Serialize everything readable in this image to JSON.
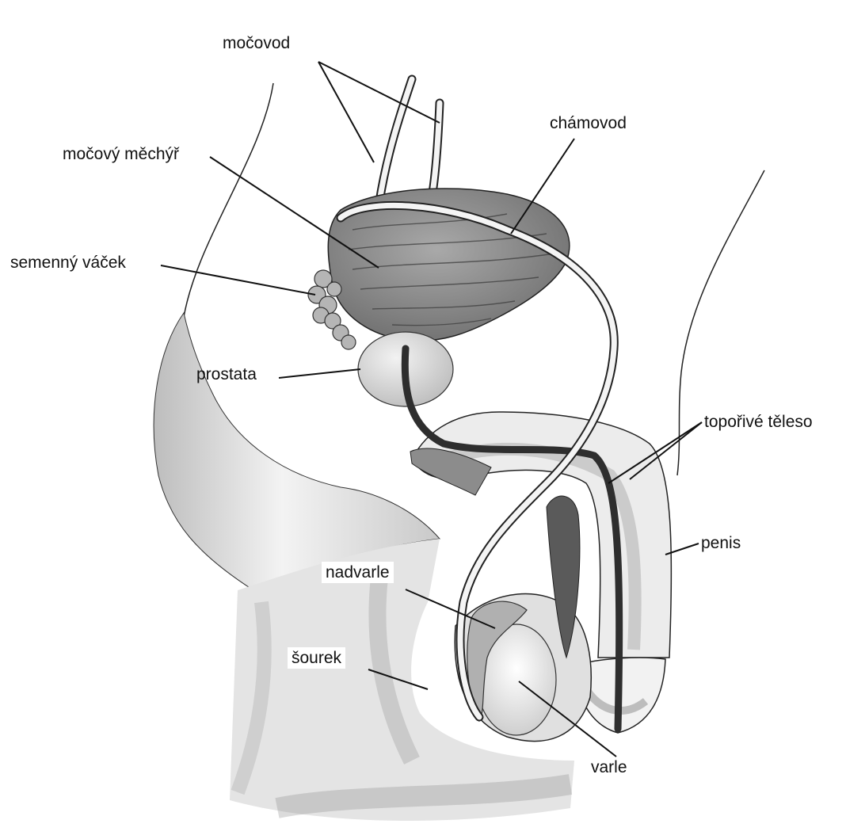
{
  "diagram": {
    "labels": {
      "mocovod": "močovod",
      "chamovod": "chámovod",
      "mocovy_mechyr": "močový měchýř",
      "semenny_vacek": "semenný váček",
      "prostata": "prostata",
      "toporive_teleso": "topořivé těleso",
      "penis": "penis",
      "nadvarle": "nadvarle",
      "sourek": "šourek",
      "varle": "varle"
    }
  },
  "colors": {
    "line": "#111111",
    "bladder": "#8f8f8f",
    "tissue_light": "#d6d6d6",
    "tissue_mid": "#b3b3b3",
    "urethra": "#2e2e2e"
  }
}
